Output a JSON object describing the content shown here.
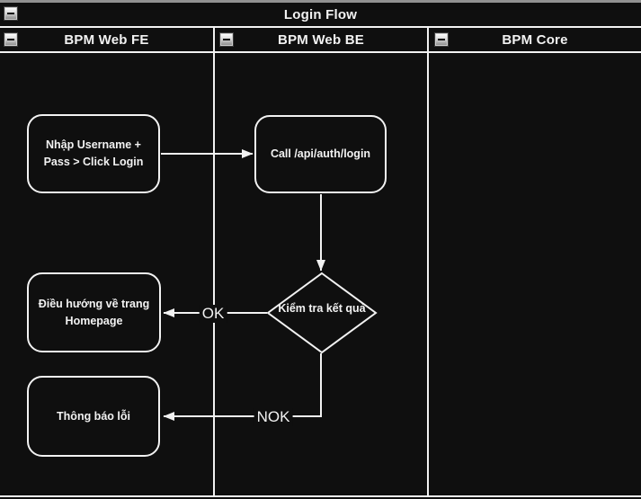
{
  "diagram": {
    "title": "Login Flow",
    "lanes": [
      {
        "label": "BPM Web FE"
      },
      {
        "label": "BPM Web BE"
      },
      {
        "label": "BPM Core"
      }
    ],
    "nodes": {
      "input_login": "Nhập Username + Pass > Click Login",
      "call_api": "Call /api/auth/login",
      "check_result": "Kiểm tra kết quả",
      "redirect_home": "Điều hướng về trang Homepage",
      "error_message": "Thông báo lỗi"
    },
    "flow": [
      {
        "from": "input_login",
        "to": "call_api",
        "label": ""
      },
      {
        "from": "call_api",
        "to": "check_result",
        "label": ""
      },
      {
        "from": "check_result",
        "to": "redirect_home",
        "label": "OK"
      },
      {
        "from": "check_result",
        "to": "error_message",
        "label": "NOK"
      }
    ],
    "colors": {
      "background": "#0f0f0f",
      "stroke": "#f2f2f2",
      "text": "#f2f2f2",
      "top_border": "#919191"
    }
  }
}
